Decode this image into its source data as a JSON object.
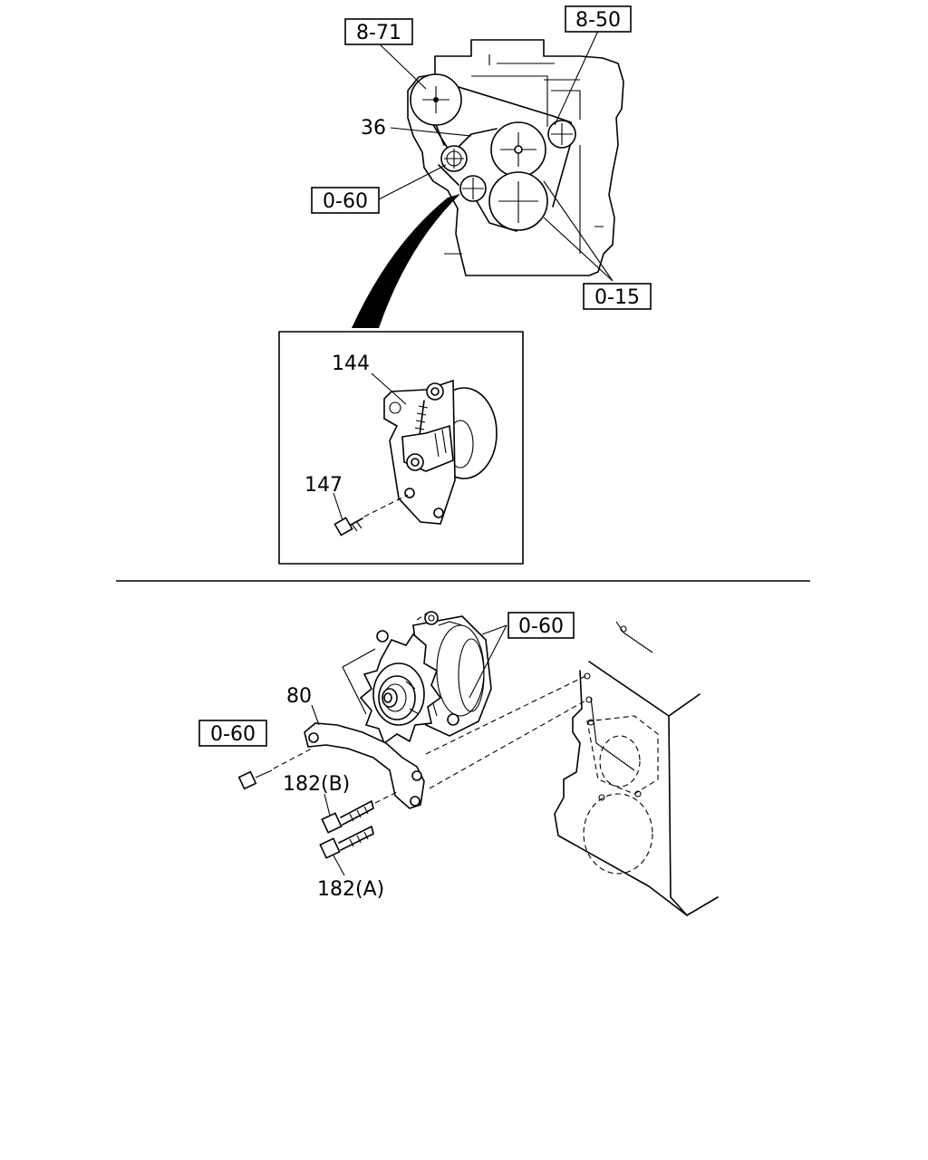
{
  "labels": {
    "ref_8_71": "8-71",
    "ref_8_50": "8-50",
    "part_36": "36",
    "ref_0_60_top": "0-60",
    "ref_0_15": "0-15",
    "part_144": "144",
    "part_147": "147",
    "ref_0_60_alt": "0-60",
    "part_80": "80",
    "ref_0_60_bracket": "0-60",
    "part_182b": "182(B)",
    "part_182a": "182(A)"
  }
}
